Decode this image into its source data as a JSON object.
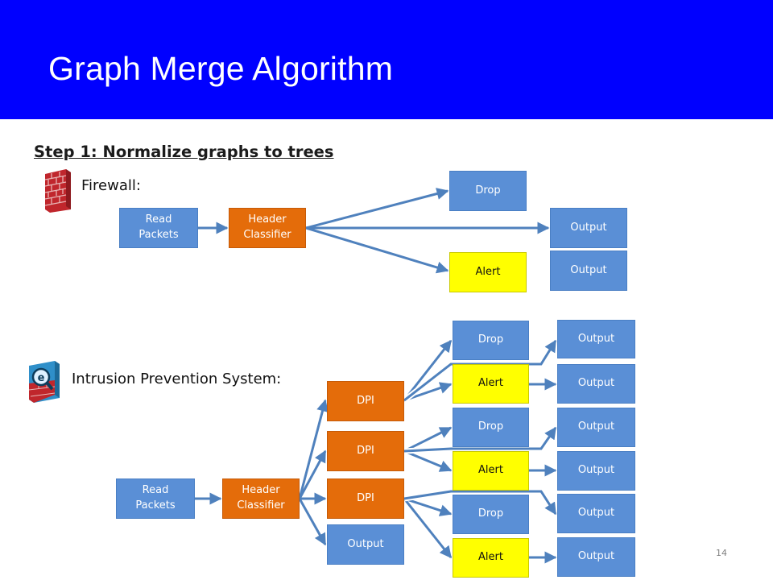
{
  "slide": {
    "title": "Graph Merge Algorithm",
    "step": "Step 1: Normalize graphs to trees",
    "page_number": "14"
  },
  "firewall": {
    "label": "Firewall:",
    "icon": "firewall-brick-icon",
    "nodes": {
      "read": "Read\nPackets",
      "classifier": "Header\nClassifier",
      "drop": "Drop",
      "alert": "Alert",
      "output_top": "Output",
      "output_bottom": "Output"
    }
  },
  "ips": {
    "label": "Intrusion Prevention System:",
    "icon": "ips-magnifier-icon",
    "nodes": {
      "read": "Read\nPackets",
      "classifier": "Header\nClassifier",
      "dpi_1": "DPI",
      "dpi_2": "DPI",
      "dpi_3": "DPI",
      "output_main": "Output",
      "drop_1": "Drop",
      "alert_1": "Alert",
      "drop_2": "Drop",
      "alert_2": "Alert",
      "drop_3": "Drop",
      "alert_3": "Alert",
      "output_1": "Output",
      "output_2": "Output",
      "output_3": "Output",
      "output_4": "Output",
      "output_5": "Output",
      "output_6": "Output"
    }
  },
  "colors": {
    "header_bar": "#0000ff",
    "node_blue": "#5a8fd6",
    "node_orange": "#e46c0a",
    "node_yellow": "#ffff00",
    "edge": "#4f81bd"
  }
}
